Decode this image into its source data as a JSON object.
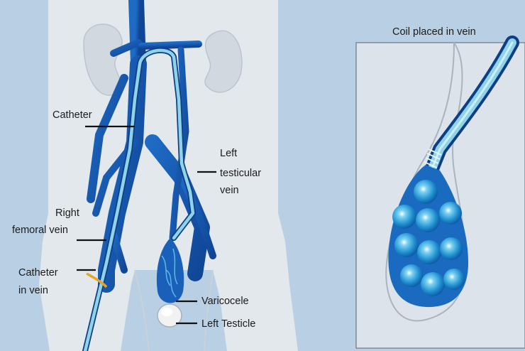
{
  "labels": {
    "catheter": "Catheter",
    "left_testicular_vein_1": "Left",
    "left_testicular_vein_2": "testicular",
    "left_testicular_vein_3": "vein",
    "right_femoral_vein_1": "Right",
    "right_femoral_vein_2": "femoral vein",
    "catheter_in_vein_1": "Catheter",
    "catheter_in_vein_2": "in vein",
    "varicocele": "Varicocele",
    "left_testicle": "Left Testicle"
  },
  "inset": {
    "title": "Coil placed in vein"
  },
  "colors": {
    "background": "#b9cfe3",
    "body": "#e3e8ed",
    "vein": "#124ea8",
    "catheter": "#8fd3e8",
    "kidney": "#d2d8df",
    "coil": "#3ab0e6",
    "guidewire": "#e7a32b"
  }
}
